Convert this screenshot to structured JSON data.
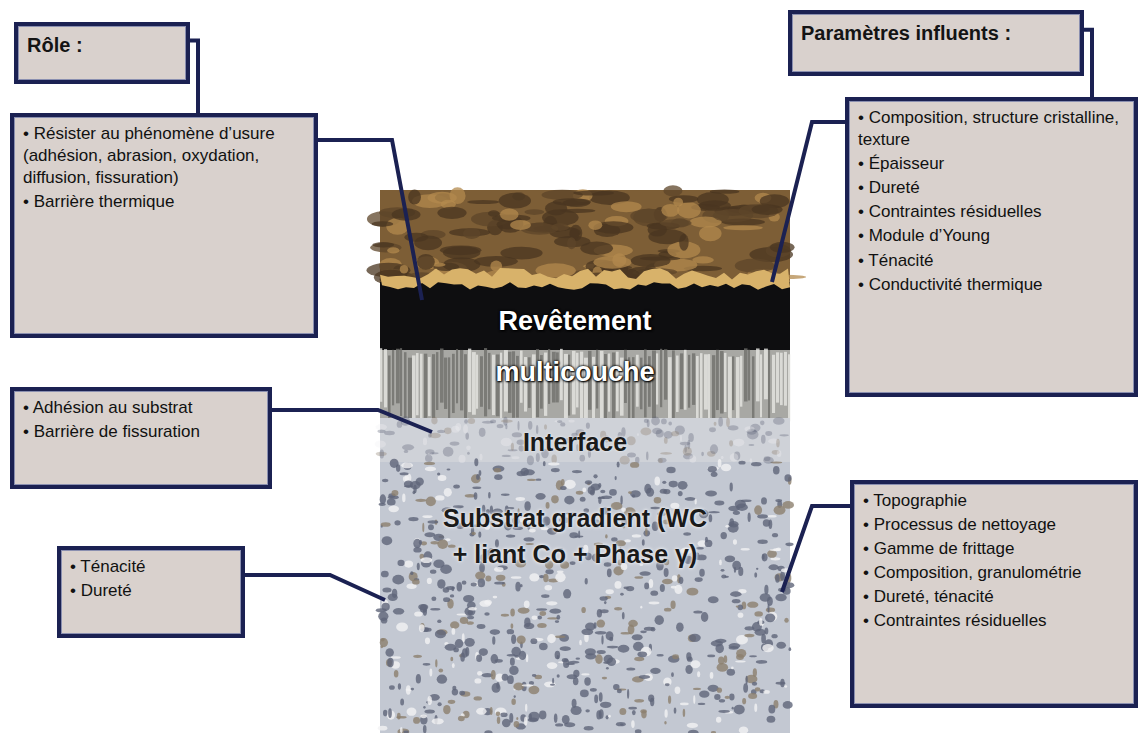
{
  "diagram": {
    "nodes": [
      {
        "text": [
          "Rôle :"
        ]
      },
      {
        "text": [
          "• Résister au phénomène d’usure (adhésion, abrasion, oxydation, diffusion, fissuration)",
          "• Barrière thermique"
        ]
      },
      {
        "text": [
          "Paramètres influents :"
        ]
      },
      {
        "text": [
          "• Composition, structure cristalline, texture",
          "• Épaisseur",
          "• Dureté",
          "• Contraintes résiduelles",
          "• Module d’Young",
          "• Ténacité",
          "• Conductivité thermique"
        ]
      },
      {
        "text": [
          "• Adhésion au substrat",
          "• Barrière de fissuration"
        ]
      },
      {
        "text": [
          "• Ténacité",
          "• Dureté"
        ]
      },
      {
        "text": [
          "• Topographie",
          "• Processus de nettoyage",
          "• Gamme de frittage",
          "• Composition, granulométrie",
          "• Dureté, ténacité",
          "• Contraintes résiduelles"
        ]
      }
    ],
    "edges": [
      {
        "from": 0,
        "to": 1,
        "arrow": "none"
      },
      {
        "from": 2,
        "to": 3,
        "arrow": "none"
      }
    ],
    "labels": [
      "Revêtement multicouche",
      "Interface",
      "Substrat gradient (WC + liant Co + Phase γ)"
    ]
  }
}
